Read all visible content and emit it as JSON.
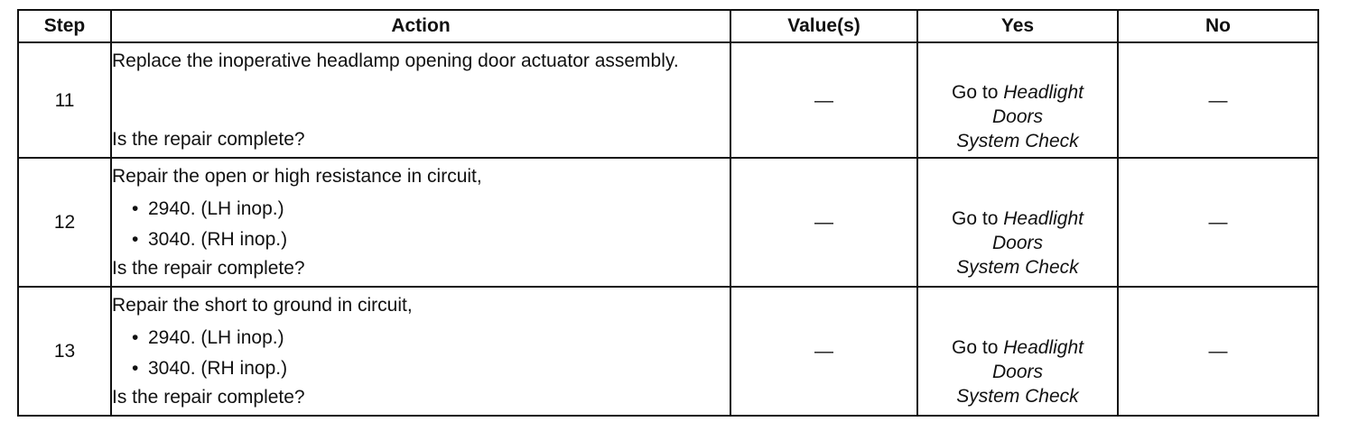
{
  "headers": {
    "step": "Step",
    "action": "Action",
    "values": "Value(s)",
    "yes": "Yes",
    "no": "No"
  },
  "rows": [
    {
      "step": "11",
      "action_text": "Replace the inoperative headlamp opening door actuator assembly.",
      "bullets": [],
      "question": "Is the repair complete?",
      "value": "—",
      "yes_prefix": "Go to",
      "yes_line1": "Headlight",
      "yes_line2": "Doors",
      "yes_line3": "System Check",
      "no": "—"
    },
    {
      "step": "12",
      "action_text": "Repair the open or high resistance in circuit,",
      "bullets": [
        "2940. (LH inop.)",
        "3040. (RH inop.)"
      ],
      "question": "Is the repair complete?",
      "value": "—",
      "yes_prefix": "Go to",
      "yes_line1": "Headlight",
      "yes_line2": "Doors",
      "yes_line3": "System Check",
      "no": "—"
    },
    {
      "step": "13",
      "action_text": "Repair the short to ground in circuit,",
      "bullets": [
        "2940. (LH inop.)",
        "3040. (RH inop.)"
      ],
      "question": "Is the repair complete?",
      "value": "—",
      "yes_prefix": "Go to",
      "yes_line1": "Headlight",
      "yes_line2": "Doors",
      "yes_line3": "System Check",
      "no": "—"
    }
  ],
  "bullet_glyph": "•"
}
